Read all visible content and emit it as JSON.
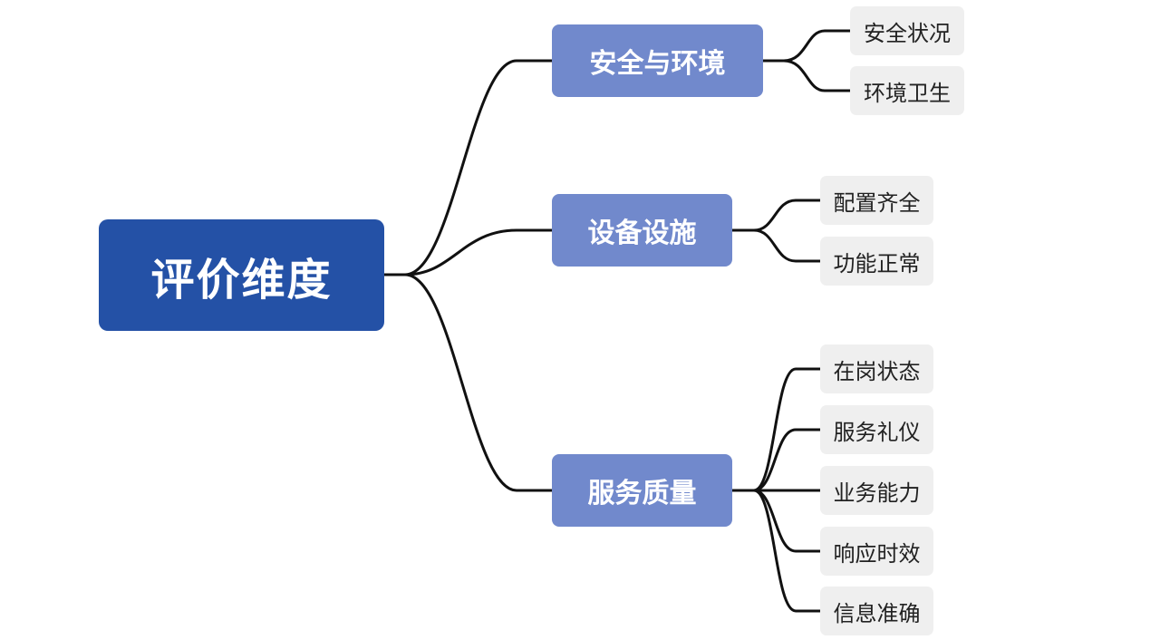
{
  "root": {
    "label": "评价维度"
  },
  "branches": [
    {
      "label": "安全与环境",
      "children": [
        "安全状况",
        "环境卫生"
      ]
    },
    {
      "label": "设备设施",
      "children": [
        "配置齐全",
        "功能正常"
      ]
    },
    {
      "label": "服务质量",
      "children": [
        "在岗状态",
        "服务礼仪",
        "业务能力",
        "响应时效",
        "信息准确"
      ]
    }
  ],
  "colors": {
    "root_fill": "#2451a6",
    "branch_fill": "#7189cc",
    "leaf_fill": "#efefef",
    "connector": "#111111"
  }
}
